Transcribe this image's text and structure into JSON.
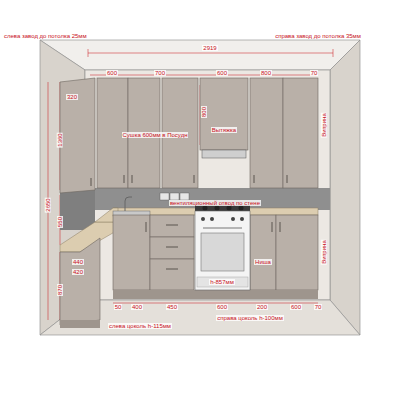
{
  "diagram": {
    "labels": [
      "слева завод до потолка 25мм",
      "2919",
      "справа завод до потолка 35мм",
      "600",
      "700",
      "600",
      "800",
      "70",
      "320",
      "1360",
      "2650",
      "550",
      "870",
      "Сушка 600мм в Посудн",
      "800",
      "Вытяжка",
      "Витрина",
      "вентиляционный отвод по стене",
      "440",
      "420",
      "Ниша",
      "Витрина",
      "50",
      "400",
      "450",
      "600",
      "200",
      "600",
      "70",
      "h-857мм",
      "справа цоколь h-100мм",
      "слева цоколь h-115мм"
    ]
  }
}
